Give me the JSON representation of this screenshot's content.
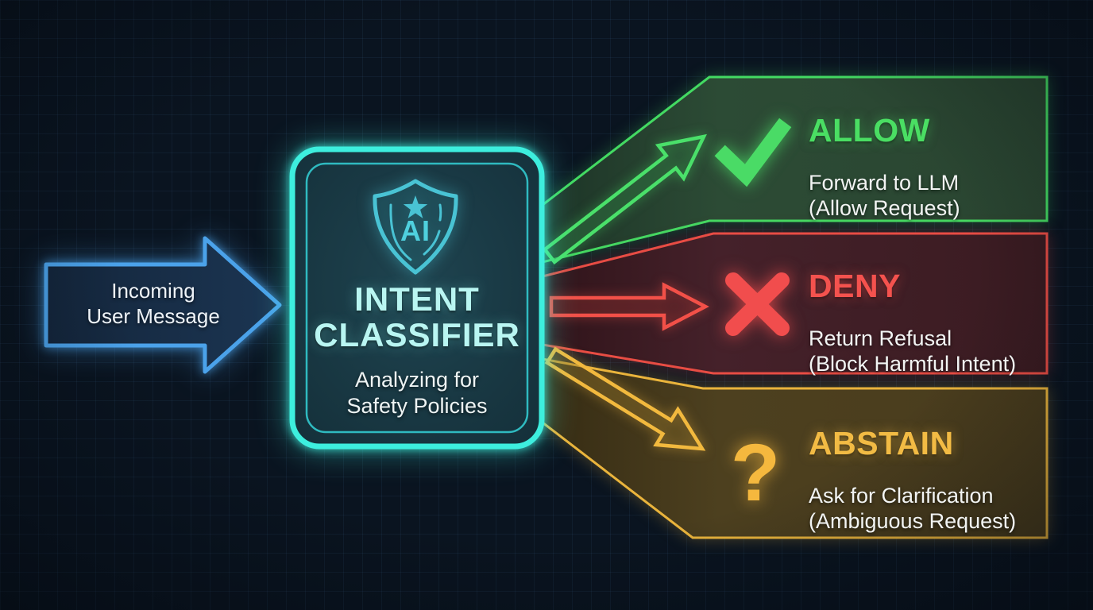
{
  "background": {
    "color": "#0a1420",
    "grid_color": "rgba(96,150,210,0.075)"
  },
  "input_arrow": {
    "label": "Incoming\nUser Message",
    "accent": "#4ba2ea"
  },
  "classifier": {
    "icon": "ai-shield-icon",
    "icon_label": "AI",
    "title": "INTENT\nCLASSIFIER",
    "subtitle": "Analyzing for\nSafety Policies",
    "accent": "#3deede"
  },
  "outcomes": [
    {
      "id": "allow",
      "label": "ALLOW",
      "description": "Forward to LLM\n(Allow Request)",
      "icon": "check-icon",
      "accent": "#45db62"
    },
    {
      "id": "deny",
      "label": "DENY",
      "description": "Return Refusal\n(Block Harmful Intent)",
      "icon": "x-icon",
      "accent": "#ef4c46"
    },
    {
      "id": "abstain",
      "label": "ABSTAIN",
      "description": "Ask for Clarification\n(Ambiguous Request)",
      "icon": "question-mark-icon",
      "icon_glyph": "?",
      "accent": "#f0b63e"
    }
  ]
}
